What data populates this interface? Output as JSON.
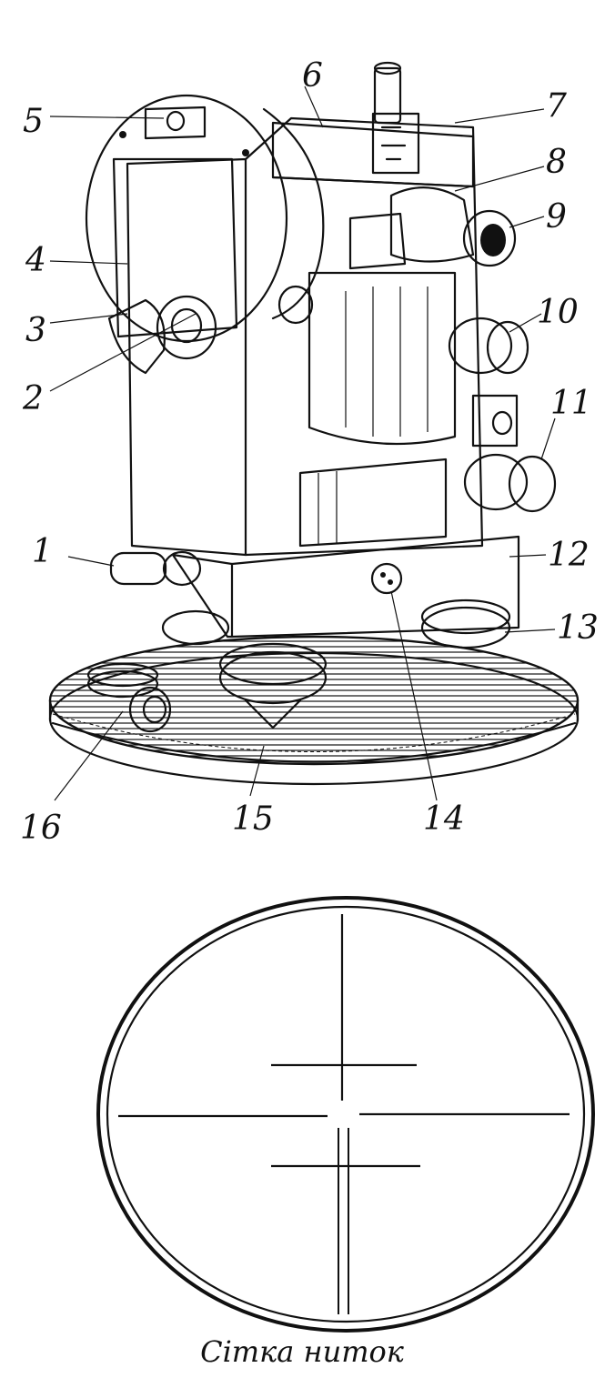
{
  "callouts": [
    {
      "id": "1",
      "text": "1"
    },
    {
      "id": "2",
      "text": "2"
    },
    {
      "id": "3",
      "text": "3"
    },
    {
      "id": "4",
      "text": "4"
    },
    {
      "id": "5",
      "text": "5"
    },
    {
      "id": "6",
      "text": "6"
    },
    {
      "id": "7",
      "text": "7"
    },
    {
      "id": "8",
      "text": "8"
    },
    {
      "id": "9",
      "text": "9"
    },
    {
      "id": "10",
      "text": "10"
    },
    {
      "id": "11",
      "text": "11"
    },
    {
      "id": "12",
      "text": "12"
    },
    {
      "id": "13",
      "text": "13"
    },
    {
      "id": "14",
      "text": "14"
    },
    {
      "id": "15",
      "text": "15"
    },
    {
      "id": "16",
      "text": "16"
    }
  ],
  "caption": "Сітка ниток"
}
